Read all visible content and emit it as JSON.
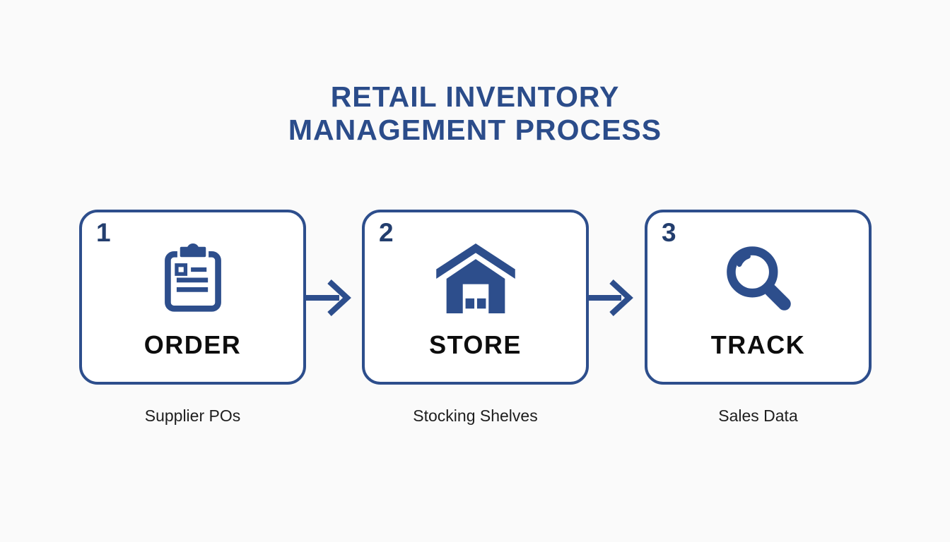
{
  "colors": {
    "background": "#fafafa",
    "card_background": "#ffffff",
    "accent": "#2d4e8c",
    "number": "#233e6e",
    "title": "#2b4c8a",
    "step_label": "#0d0d0d",
    "caption": "#1e1e1e"
  },
  "title": {
    "line1": "RETAIL INVENTORY",
    "line2": "MANAGEMENT PROCESS"
  },
  "steps": [
    {
      "number": "1",
      "icon": "clipboard-icon",
      "label": "ORDER",
      "caption": "Supplier POs"
    },
    {
      "number": "2",
      "icon": "warehouse-icon",
      "label": "STORE",
      "caption": "Stocking Shelves"
    },
    {
      "number": "3",
      "icon": "magnifier-icon",
      "label": "TRACK",
      "caption": "Sales Data"
    }
  ]
}
